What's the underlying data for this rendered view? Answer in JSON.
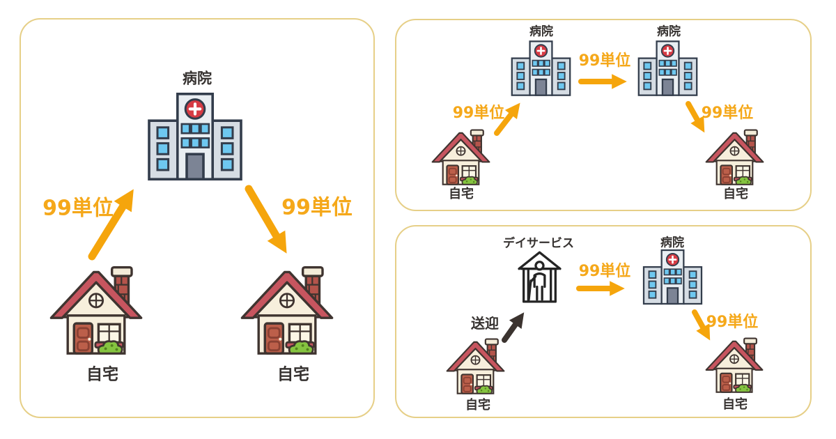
{
  "panel_left": {
    "hospital_label": "病院",
    "home_left_label": "自宅",
    "home_right_label": "自宅",
    "units_to_hospital": "99単位",
    "units_to_home": "99単位"
  },
  "panel_top_right": {
    "home_start_label": "自宅",
    "hospital_first_label": "病院",
    "hospital_second_label": "病院",
    "home_end_label": "自宅",
    "units_home_to_hospital": "99単位",
    "units_hospital_to_hospital": "99単位",
    "units_hospital_to_home": "99単位"
  },
  "panel_bottom_right": {
    "home_start_label": "自宅",
    "dayservice_label": "デイサービス",
    "hospital_label": "病院",
    "home_end_label": "自宅",
    "transfer_label": "送迎",
    "units_dayservice_to_hospital": "99単位",
    "units_hospital_to_home": "99単位"
  },
  "icons": {
    "hospital": "hospital-building-icon",
    "home": "house-icon",
    "dayservice": "dayservice-house-person-icon"
  },
  "colors": {
    "panel_border": "#E6CF87",
    "arrow_yellow": "#F5A50C",
    "arrow_black": "#3B332F",
    "units_text": "#F5A81A",
    "label_text": "#363230",
    "hospital_cross": "#D63B44",
    "house_roof": "#C7555F",
    "house_wall": "#F7EFDC",
    "bush_green": "#85C440",
    "window_blue": "#6EC8F0"
  }
}
